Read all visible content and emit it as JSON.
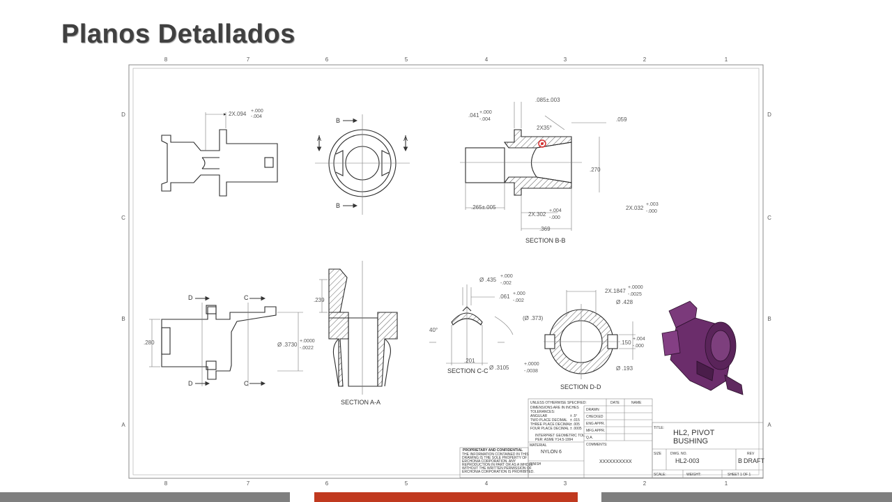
{
  "slide": {
    "title": "Planos Detallados",
    "bar_colors": {
      "left": "#7f7f7f",
      "middle": "#c0391f",
      "right": "#7f7f7f"
    }
  },
  "drawing": {
    "line_color": "#2a2a2a",
    "dimension_color": "#555555",
    "render_color": "#6b2d6b",
    "zone_columns": [
      "8",
      "7",
      "6",
      "5",
      "4",
      "3",
      "2",
      "1"
    ],
    "zone_rows": [
      "D",
      "C",
      "B",
      "A"
    ],
    "dimensions": {
      "top_left": "2X.094",
      "top_left_tol_plus": "+.000",
      "top_left_tol_minus": "-.004",
      "bb_085": ".085±.003",
      "bb_041": ".041",
      "bb_041_tol_plus": "+.000",
      "bb_041_tol_minus": "-.004",
      "bb_chamfer": "2X35°",
      "bb_059": ".059",
      "bb_270": ".270",
      "bb_265": ".265±.005",
      "bb_302": "2X.302",
      "bb_302_tol_plus": "+.004",
      "bb_302_tol_minus": "-.000",
      "bb_032": "2X.032",
      "bb_032_tol_plus": "+.003",
      "bb_032_tol_minus": "-.000",
      "bb_369": ".369",
      "bl_280": ".280",
      "bl_3730": "Ø .3730",
      "bl_3730_tol_plus": "+.0000",
      "bl_3730_tol_minus": "-.0022",
      "aa_239": ".239",
      "cc_435": "Ø .435",
      "cc_435_tol_plus": "+.000",
      "cc_435_tol_minus": "-.002",
      "cc_061": ".061",
      "cc_061_tol_plus": "+.000",
      "cc_061_tol_minus": "-.002",
      "cc_40": "40°",
      "cc_373": "(Ø .373)",
      "cc_201": ".201",
      "cc_3105": "Ø .3105",
      "cc_3105_tol_plus": "+.0000",
      "cc_3105_tol_minus": "-.0038",
      "dd_1847": "2X.1847",
      "dd_1847_tol_plus": "+.0000",
      "dd_1847_tol_minus": "-.0025",
      "dd_428": "Ø .428",
      "dd_150": ".150",
      "dd_150_tol_plus": "+.004",
      "dd_150_tol_minus": "-.000",
      "dd_193": "Ø .193"
    },
    "section_labels": {
      "bb": "SECTION B-B",
      "aa": "SECTION A-A",
      "cc": "SECTION C-C",
      "dd": "SECTION D-D"
    },
    "cut_letters": {
      "a": "A",
      "b": "B",
      "c": "C",
      "d": "D"
    },
    "title_block": {
      "unless": "UNLESS OTHERWISE SPECIFIED:",
      "dims_inches": "DIMENSIONS ARE IN INCHES",
      "tolerances": "TOLERANCES:",
      "angular": "ANGULAR",
      "angular_val": "± .5°",
      "two_place": "TWO PLACE DECIMAL",
      "two_place_val": "± .015",
      "three_place": "THREE PLACE DECIMAL",
      "three_place_val": "± .005",
      "four_place": "FOUR PLACE DECIMAL",
      "four_place_val": "± .0005",
      "interpret": "INTERPRET GEOMETRIC TOL.",
      "per_asme": "PER: ASME Y14.5-1994",
      "material_label": "MATERIAL",
      "material_value": "NYLON 6",
      "finish_label": "FINISH",
      "proprietary_title": "PROPRIETARY AND CONFIDENTIAL",
      "proprietary_line1": "THE INFORMATION CONTAINED IN THIS",
      "proprietary_line2": "DRAWING IS THE SOLE PROPERTY OF",
      "proprietary_line3": "ERCHONIA CORPORATION. ANY",
      "proprietary_line4": "REPRODUCTION IN PART OR AS A WHOLE",
      "proprietary_line5": "WITHOUT THE WRITTEN PERMISSION OF",
      "proprietary_line6": "ERCHONIA CORPORATION IS PROHIBITED.",
      "date_label": "DATE",
      "name_label": "NAME",
      "drawn": "DRAWN",
      "checked": "CHECKED",
      "eng_appr": "ENG APPR.",
      "mfg_appr": "MFG APPR.",
      "qa": "Q.A.",
      "comments": "COMMENTS:",
      "comments_value": "XXXXXXXXXX",
      "title_label": "TITLE:",
      "title_line1": "HL2, PIVOT",
      "title_line2": "BUSHING",
      "size_label": "SIZE",
      "size_value": "B",
      "dwg_no_label": "DWG. NO.",
      "dwg_no_value": "HL2-003",
      "rev_label": "REV",
      "rev_value": "DRAFT",
      "scale_label": "SCALE:",
      "weight_label": "WEIGHT:",
      "sheet": "SHEET 1 OF 1"
    }
  }
}
